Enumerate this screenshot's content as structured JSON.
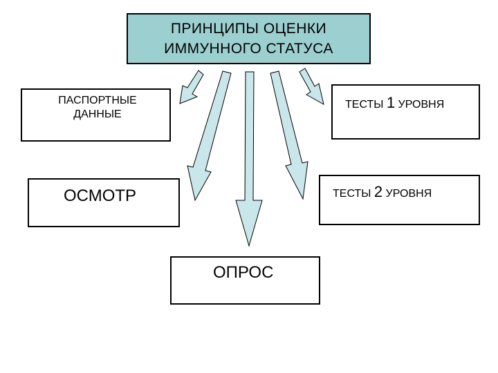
{
  "title": {
    "line1": "ПРИНЦИПЫ  ОЦЕНКИ",
    "line2": "ИММУННОГО  СТАТУСА"
  },
  "boxes": {
    "passport": {
      "line1": "ПАСПОРТНЫЕ",
      "line2": "ДАННЫЕ"
    },
    "test1": {
      "pre": "ТЕСТЫ ",
      "num": "1",
      "post": " УРОВНЯ"
    },
    "osmotr": "ОСМОТР",
    "test2": {
      "pre": "ТЕСТЫ ",
      "num": "2",
      "post": " УРОВНЯ"
    },
    "opros": "ОПРОС"
  },
  "colors": {
    "title_fill": "#9ccfd0",
    "arrow_fill": "#c9e6ea",
    "border": "#000000"
  }
}
